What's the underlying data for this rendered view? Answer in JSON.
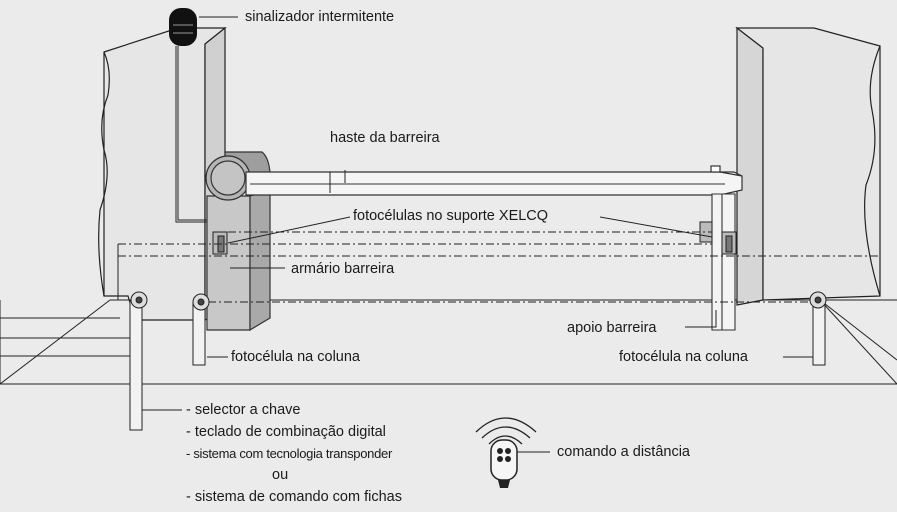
{
  "labels": {
    "beacon": "sinalizador intermitente",
    "boom": "haste da barreira",
    "photocells_support": "fotocélulas no suporte XELCQ",
    "cabinet": "armário barreira",
    "support": "apoio barreira",
    "photocell_column_left": "fotocélula na coluna",
    "photocell_column_right": "fotocélula na coluna",
    "remote": "comando a distância"
  },
  "options": [
    "- selector a chave",
    "- teclado de combinação digital",
    "- sistema com tecnologia transponder",
    "ou",
    "- sistema de comando com fichas"
  ]
}
